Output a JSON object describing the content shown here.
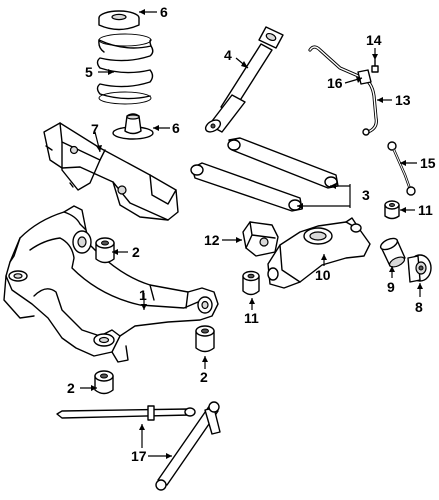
{
  "callouts": {
    "c1": "1",
    "c2a": "2",
    "c2b": "2",
    "c2c": "2",
    "c3": "3",
    "c4": "4",
    "c5": "5",
    "c6a": "6",
    "c6b": "6",
    "c7": "7",
    "c8": "8",
    "c9": "9",
    "c10": "10",
    "c11a": "11",
    "c11b": "11",
    "c12": "12",
    "c13": "13",
    "c14": "14",
    "c15": "15",
    "c16": "16",
    "c17": "17"
  },
  "colors": {
    "line": "#000000",
    "background": "#ffffff",
    "shade": "#d9d9d9"
  }
}
